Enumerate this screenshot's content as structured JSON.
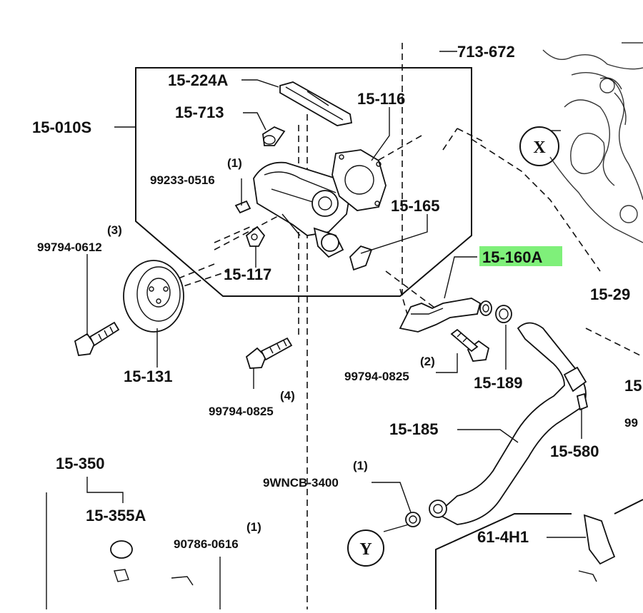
{
  "diagram": {
    "highlight_color": "#7ff07a",
    "labels": {
      "p15_224A": "15-224A",
      "p15_713": "15-713",
      "p15_116": "15-116",
      "p15_010S": "15-010S",
      "p99233_0516": "99233-0516",
      "p99233_0516_qty": "(1)",
      "p15_165": "15-165",
      "p99794_0612": "99794-0612",
      "p99794_0612_qty": "(3)",
      "p15_117": "15-117",
      "p15_160A": "15-160A",
      "p15_131": "15-131",
      "p99794_0825_a": "99794-0825",
      "p99794_0825_a_qty": "(2)",
      "p15_189": "15-189",
      "p99794_0825_b": "99794-0825",
      "p99794_0825_b_qty": "(4)",
      "p15_185": "15-185",
      "p15_580": "15-580",
      "p15_350": "15-350",
      "p15_355A": "15-355A",
      "p9WNCB_3400": "9WNCB-3400",
      "p9WNCB_3400_qty": "(1)",
      "p90786_0616": "90786-0616",
      "p90786_0616_qty": "(1)",
      "p61_4H1": "61-4H1",
      "p713_672": "713-672",
      "p15_29": "15-29",
      "p15_edge": "15",
      "p99_edge": "99"
    },
    "callouts": {
      "x": "X",
      "y": "Y"
    },
    "icons": [
      "water-pump-assembly",
      "pulley",
      "bolt",
      "hose",
      "clamp",
      "gasket",
      "engine-block"
    ]
  }
}
